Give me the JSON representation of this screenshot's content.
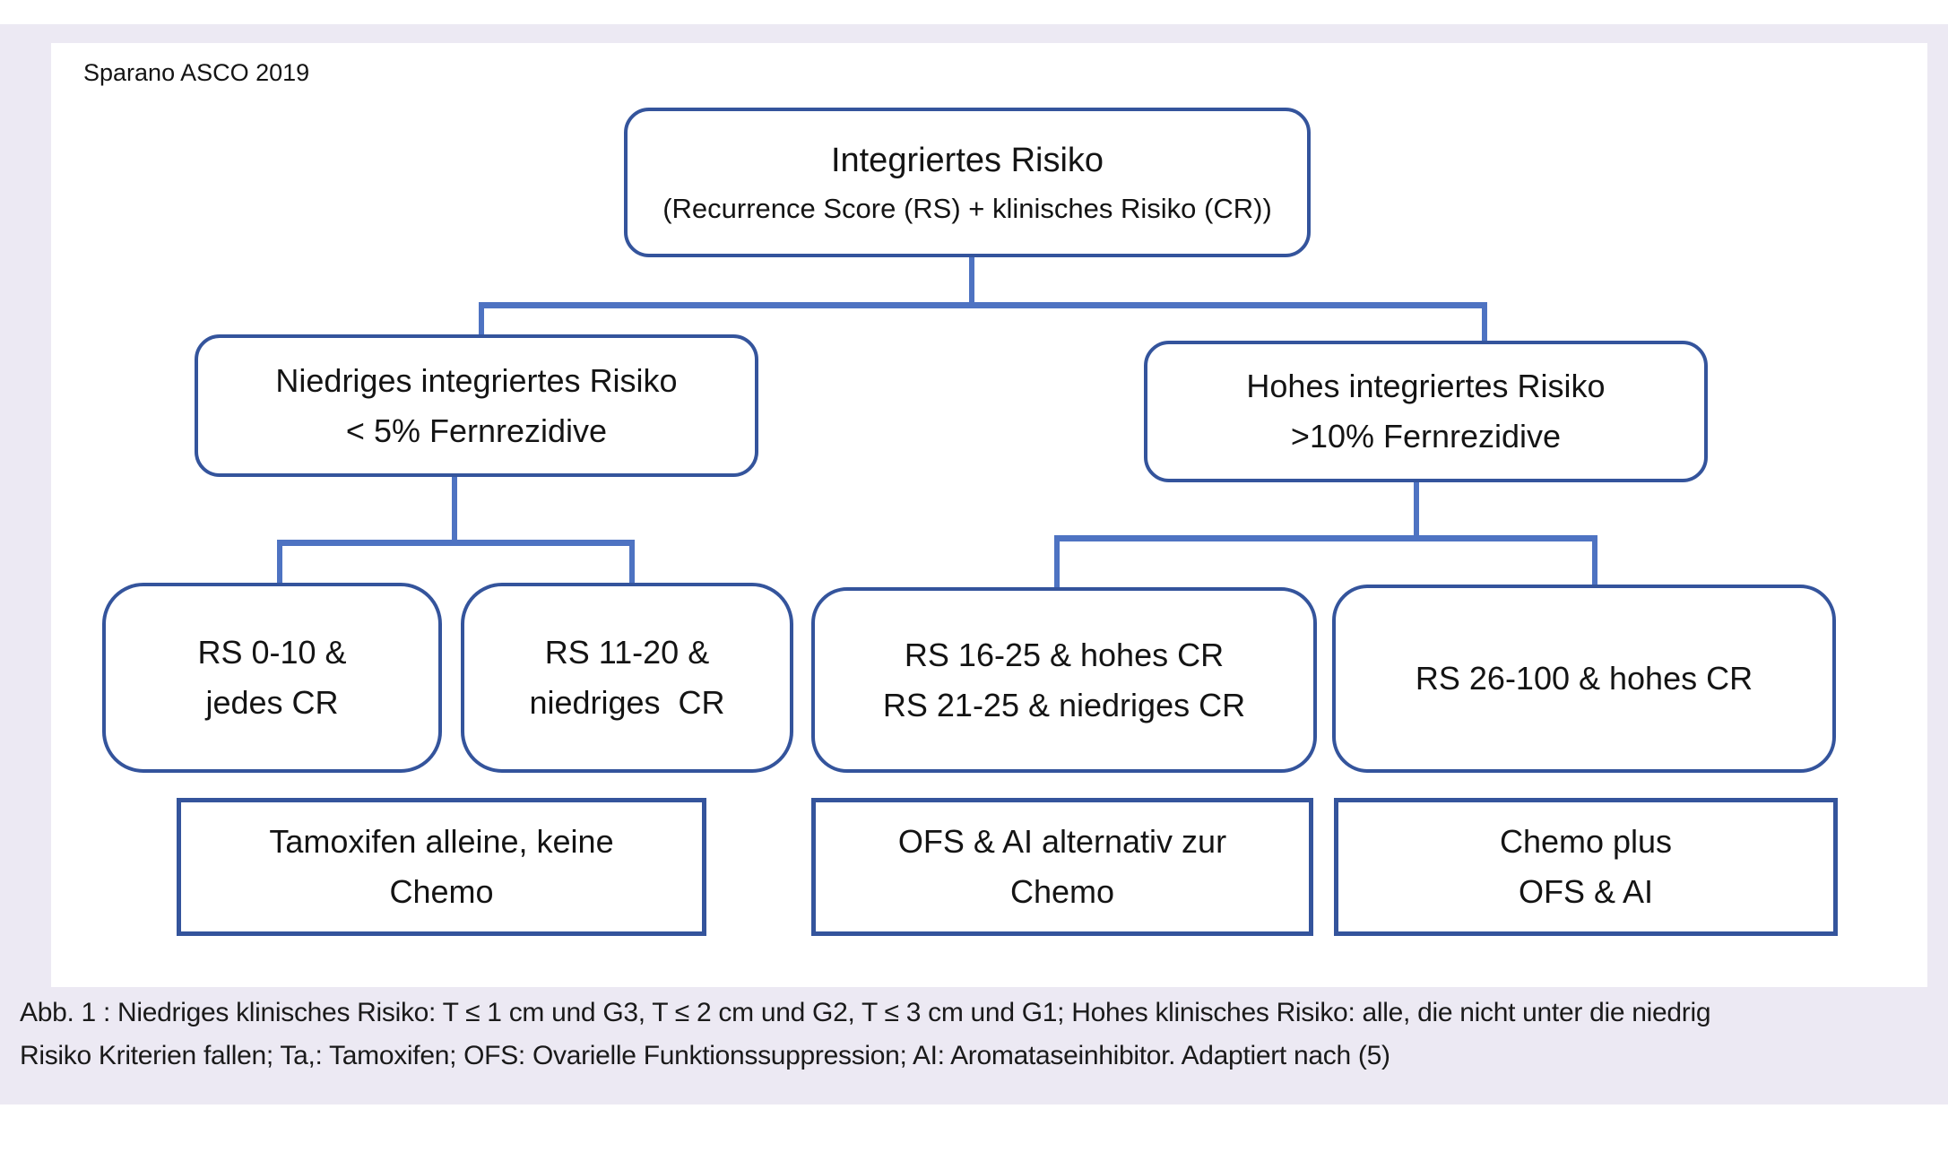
{
  "figure": {
    "credit": "Sparano ASCO 2019",
    "colors": {
      "frame_background": "#ece9f3",
      "panel_background": "#ffffff",
      "box_border": "#34549c",
      "connector": "#4e73c2",
      "text": "#141414"
    },
    "nodes": {
      "root": {
        "line1": "Integriertes Risiko",
        "line2": "(Recurrence Score (RS) + klinisches Risiko (CR))"
      },
      "low": {
        "line1": "Niedriges integriertes Risiko",
        "line2": "< 5% Fernrezidive"
      },
      "high": {
        "line1": "Hohes integriertes Risiko",
        "line2": ">10% Fernrezidive"
      },
      "rs0_10": {
        "line1": "RS 0-10 &",
        "line2": "jedes CR"
      },
      "rs11_20": {
        "line1": "RS 11-20 &",
        "line2": "niedriges  CR"
      },
      "rs16_25": {
        "line1": "RS 16-25 & hohes CR",
        "line2": "RS 21-25 & niedriges CR"
      },
      "rs26_100": {
        "line1": "RS 26-100 & hohes CR"
      },
      "tamoxifen": {
        "line1": "Tamoxifen alleine, keine",
        "line2": "Chemo"
      },
      "ofs_ai": {
        "line1": "OFS & AI alternativ zur",
        "line2": "Chemo"
      },
      "chemo_plus": {
        "line1": "Chemo plus",
        "line2": "OFS & AI"
      }
    },
    "caption": {
      "line1": "Abb. 1 : Niedriges klinisches Risiko: T ≤ 1 cm und G3, T ≤ 2 cm und G2, T ≤ 3 cm und G1; Hohes klinisches Risiko: alle, die nicht unter die niedrig",
      "line2": "Risiko Kriterien fallen; Ta,: Tamoxifen; OFS: Ovarielle Funktionssuppression; AI: Aromataseinhibitor. Adaptiert nach (5)"
    }
  }
}
